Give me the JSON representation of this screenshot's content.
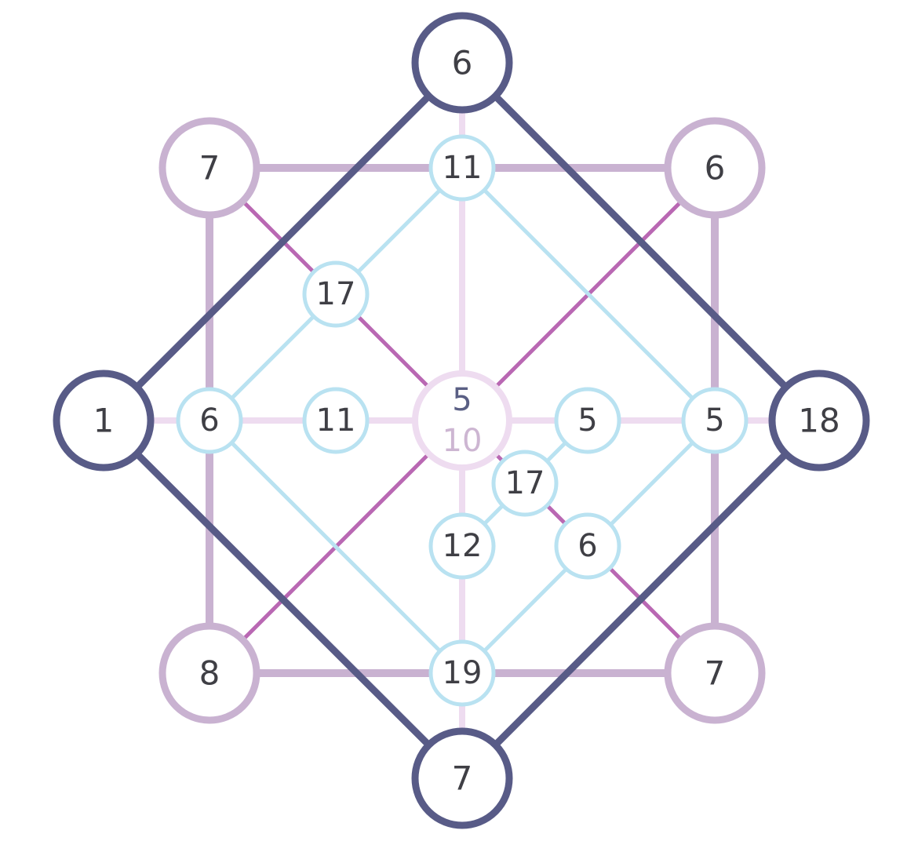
{
  "puzzle": {
    "colors": {
      "outer_square": "#585b87",
      "inner_square": "#c9b2d1",
      "cross": "#eedcf0",
      "main_diagonal": "#b968b3",
      "inner_diamond": "#b9e2f1",
      "text": "#3f3f45",
      "center_top_text": "#5a5f84",
      "center_bottom_text": "#cdb6d2"
    },
    "outer_nodes": {
      "top": "6",
      "left": "1",
      "right": "18",
      "bottom": "7"
    },
    "corner_nodes": {
      "top_left": "7",
      "top_right": "6",
      "bottom_left": "8",
      "bottom_right": "7"
    },
    "center_node": {
      "top_value": "5",
      "bottom_value": "10"
    },
    "small_nodes": {
      "top_mid": "11",
      "upper_left_diag": "17",
      "left_mid": "6",
      "left_inner": "11",
      "right_inner": "5",
      "right_mid": "5",
      "lower_center_diag": "17",
      "bottom_inner": "12",
      "lower_right_diag": "6",
      "bottom_mid": "19"
    }
  }
}
